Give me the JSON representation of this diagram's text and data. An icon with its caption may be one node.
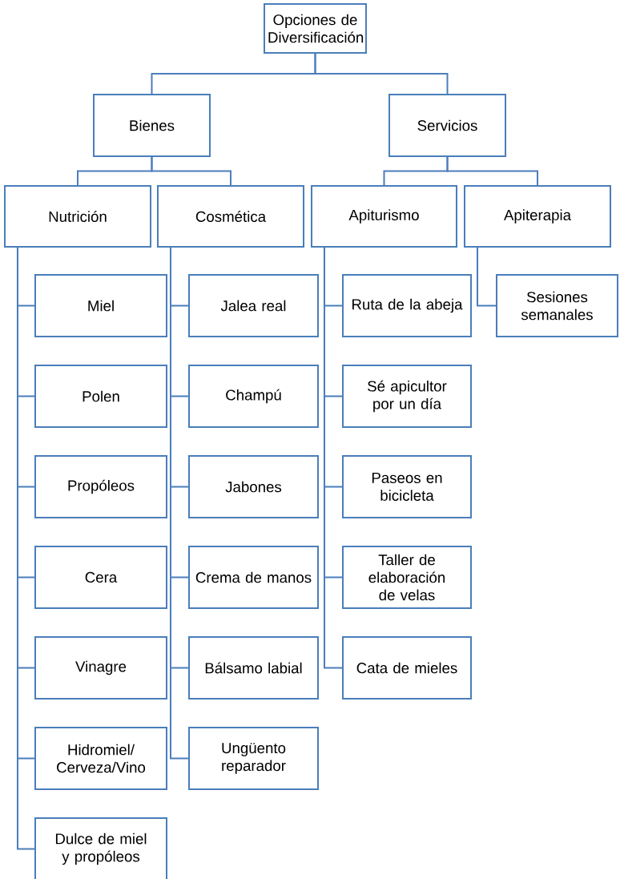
{
  "diagram": {
    "nodes": [
      {
        "text": [
          "Opciones de Diversificación"
        ]
      },
      {
        "text": [
          "Bienes"
        ]
      },
      {
        "text": [
          "Servicios"
        ]
      },
      {
        "text": [
          "Nutrición"
        ]
      },
      {
        "text": [
          "Cosmética"
        ]
      },
      {
        "text": [
          "Apiturismo"
        ]
      },
      {
        "text": [
          "Apiterapia"
        ]
      },
      {
        "text": [
          "Miel"
        ]
      },
      {
        "text": [
          "Polen"
        ]
      },
      {
        "text": [
          "Propóleos"
        ]
      },
      {
        "text": [
          "Cera"
        ]
      },
      {
        "text": [
          "Vinagre"
        ]
      },
      {
        "text": [
          "Hidromiel/Cerveza/Vino"
        ]
      },
      {
        "text": [
          "Dulce de miel y propóleos"
        ]
      },
      {
        "text": [
          "Jalea real"
        ]
      },
      {
        "text": [
          "Champú"
        ]
      },
      {
        "text": [
          "Jabones"
        ]
      },
      {
        "text": [
          "Crema de manos"
        ]
      },
      {
        "text": [
          "Bálsamo labial"
        ]
      },
      {
        "text": [
          "Ungüento reparador"
        ]
      },
      {
        "text": [
          "Ruta de la abeja"
        ]
      },
      {
        "text": [
          "Sé apicultor por un día"
        ]
      },
      {
        "text": [
          "Paseos en bicicleta"
        ]
      },
      {
        "text": [
          "Taller de elaboración de velas"
        ]
      },
      {
        "text": [
          "Cata de mieles"
        ]
      },
      {
        "text": [
          "Sesiones semanales"
        ]
      }
    ],
    "edges": [
      {
        "from": 0,
        "to": 1,
        "arrow": "none"
      },
      {
        "from": 0,
        "to": 2,
        "arrow": "none"
      },
      {
        "from": 1,
        "to": 3,
        "arrow": "none"
      },
      {
        "from": 1,
        "to": 4,
        "arrow": "none"
      },
      {
        "from": 2,
        "to": 5,
        "arrow": "none"
      },
      {
        "from": 2,
        "to": 6,
        "arrow": "none"
      },
      {
        "from": 3,
        "to": 7,
        "arrow": "none"
      },
      {
        "from": 3,
        "to": 8,
        "arrow": "none"
      },
      {
        "from": 3,
        "to": 9,
        "arrow": "none"
      },
      {
        "from": 3,
        "to": 10,
        "arrow": "none"
      },
      {
        "from": 3,
        "to": 11,
        "arrow": "none"
      },
      {
        "from": 3,
        "to": 12,
        "arrow": "none"
      },
      {
        "from": 3,
        "to": 13,
        "arrow": "none"
      },
      {
        "from": 4,
        "to": 14,
        "arrow": "none"
      },
      {
        "from": 4,
        "to": 15,
        "arrow": "none"
      },
      {
        "from": 4,
        "to": 16,
        "arrow": "none"
      },
      {
        "from": 4,
        "to": 17,
        "arrow": "none"
      },
      {
        "from": 4,
        "to": 18,
        "arrow": "none"
      },
      {
        "from": 4,
        "to": 19,
        "arrow": "none"
      },
      {
        "from": 5,
        "to": 20,
        "arrow": "none"
      },
      {
        "from": 5,
        "to": 21,
        "arrow": "none"
      },
      {
        "from": 5,
        "to": 22,
        "arrow": "none"
      },
      {
        "from": 5,
        "to": 23,
        "arrow": "none"
      },
      {
        "from": 5,
        "to": 24,
        "arrow": "none"
      },
      {
        "from": 6,
        "to": 25,
        "arrow": "none"
      }
    ]
  }
}
